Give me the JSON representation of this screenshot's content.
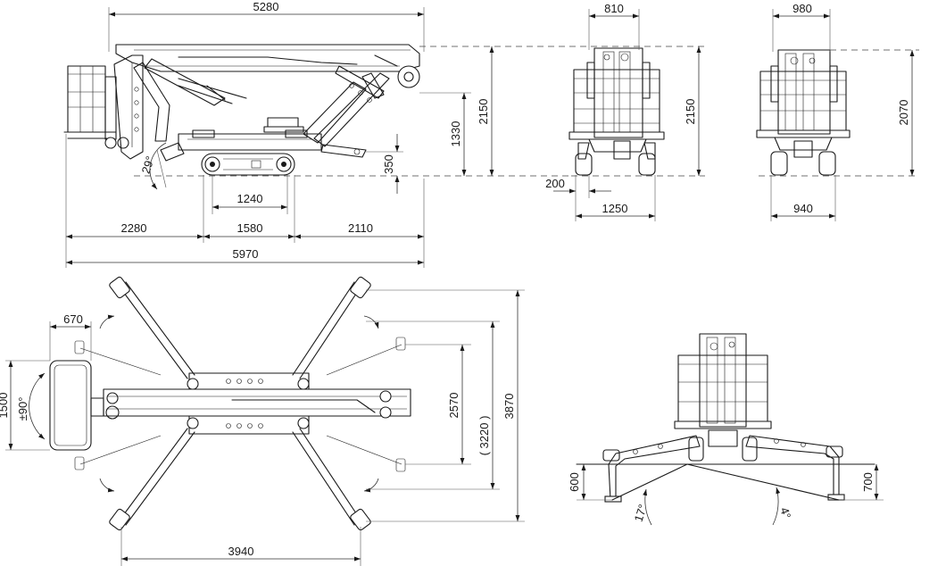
{
  "dimensions": {
    "side_top_width": "5280",
    "side_height": "2150",
    "side_platform_height": "1330",
    "side_ground_clearance": "350",
    "side_angle": "29°",
    "side_track": "1240",
    "side_front": "2280",
    "side_mid": "1580",
    "side_rear": "2110",
    "side_total": "5970",
    "front_top_width": "810",
    "front_height": "2150",
    "front_offset": "200",
    "front_width": "1250",
    "rear_top_width": "980",
    "rear_height": "2070",
    "rear_width": "940",
    "plan_overhang": "670",
    "plan_basket": "1500",
    "plan_rotation": "±90°",
    "plan_outrigger_inner": "2570",
    "plan_outrigger_paren": "( 3220 )",
    "plan_outrigger_outer": "3870",
    "plan_spread": "3940",
    "slope_left_height": "600",
    "slope_right_height": "700",
    "slope_left_angle": "17°",
    "slope_right_angle": "4°"
  }
}
